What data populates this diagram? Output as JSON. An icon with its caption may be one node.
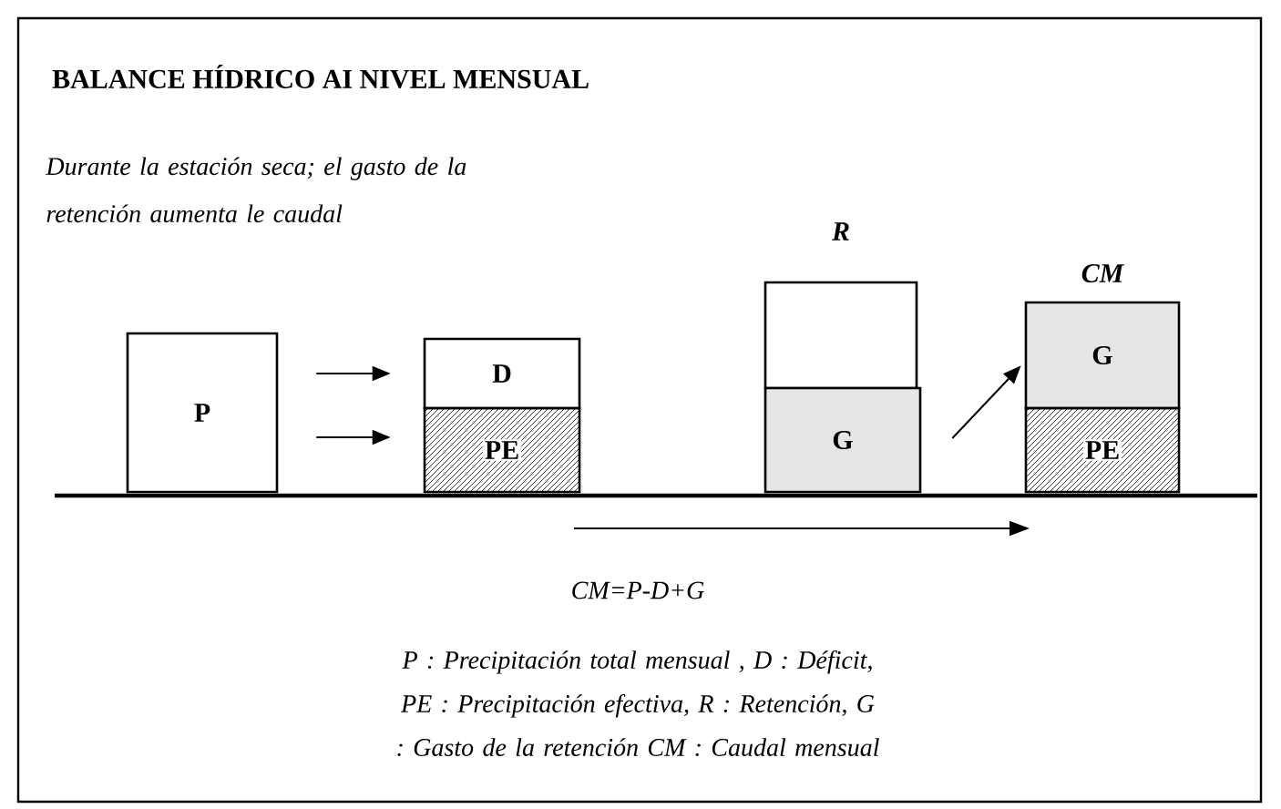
{
  "diagram": {
    "title": "BALANCE HÍDRICO AI NIVEL MENSUAL",
    "nodes": [
      {
        "text": [
          "P"
        ]
      },
      {
        "text": [
          "D"
        ]
      },
      {
        "text": [
          "PE"
        ]
      },
      {
        "text": [
          "R"
        ]
      },
      {
        "text": [
          "G"
        ]
      },
      {
        "text": [
          "CM",
          "G"
        ]
      },
      {
        "text": [
          "PE"
        ]
      }
    ],
    "edges": [
      {
        "from": 0,
        "to": 1,
        "arrow": "to"
      },
      {
        "from": 0,
        "to": 2,
        "arrow": "to"
      },
      {
        "from": 4,
        "to": 5,
        "arrow": "to"
      }
    ],
    "labels": [
      "Durante la estación seca; el gasto de la retención aumenta le caudal",
      "CM=P-D+G",
      "P : Precipitación total mensual , D : Déficit, PE : Precipitación efectiva, R : Retención, G : Gasto de la retención CM : Caudal mensual"
    ]
  }
}
